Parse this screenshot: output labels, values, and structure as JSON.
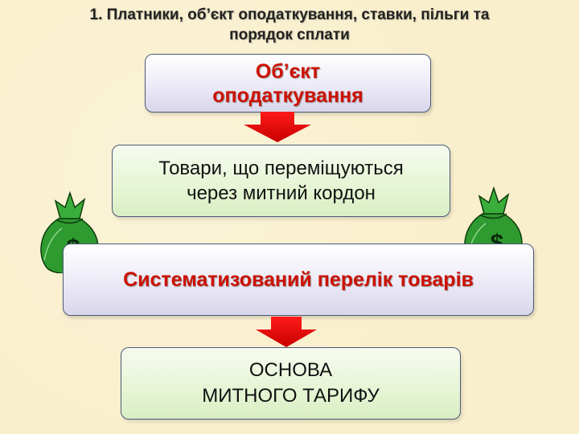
{
  "title": {
    "line1": "1. Платники, об’єкт оподаткування, ставки, пільги та",
    "line2": "порядок сплати"
  },
  "flow": {
    "box1": {
      "line1": "Об’єкт",
      "line2": "оподаткування"
    },
    "box2": {
      "line1": "Товари, що переміщуються",
      "line2": "через митний кордон"
    },
    "box3": {
      "text": "Систематизований перелік товарів"
    },
    "box4": {
      "line1": "ОСНОВА",
      "line2": "МИТНОГО ТАРИФУ"
    }
  },
  "decor": {
    "left_bag_icon": "money-bag-icon",
    "right_bag_icon": "money-bag-icon",
    "bag_symbol": "$",
    "arrow_icon": "down-arrow-icon"
  },
  "colors": {
    "background": "#f9efcc",
    "emphasis_text": "#cc1100",
    "box_border": "#4a5a7a",
    "lilac_box": "#e4e2f2",
    "green_box": "#e3f3cf",
    "arrow": "#e00000",
    "money_bag": "#2f9a2f"
  }
}
